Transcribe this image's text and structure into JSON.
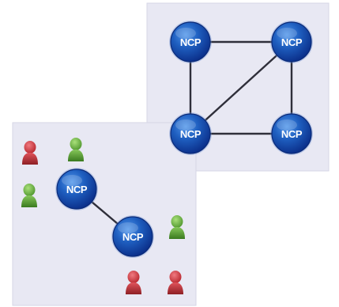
{
  "diagram": {
    "node_label": "NCP",
    "colors": {
      "panel_fill": "#e8e8f3",
      "panel_edge": "#cfcfe0",
      "link": "#2f2f3a",
      "node_dark": "#0b2f8a",
      "node_light": "#2b74d6",
      "node_rim": "#6d8fd0",
      "user_red": "#c8333a",
      "user_red_dark": "#8e1f24",
      "user_green": "#5fa83a",
      "user_green_dark": "#3a7a1f"
    },
    "groups": [
      {
        "name": "core-mesh",
        "nodes": [
          "ncp-a",
          "ncp-b",
          "ncp-c",
          "ncp-d"
        ],
        "links": [
          [
            "ncp-a",
            "ncp-b"
          ],
          [
            "ncp-a",
            "ncp-c"
          ],
          [
            "ncp-b",
            "ncp-d"
          ],
          [
            "ncp-c",
            "ncp-d"
          ],
          [
            "ncp-c",
            "ncp-b"
          ]
        ]
      },
      {
        "name": "edge-pair",
        "nodes": [
          "ncp-e",
          "ncp-f"
        ],
        "links": [
          [
            "ncp-e",
            "ncp-f"
          ]
        ],
        "users": [
          "red",
          "green",
          "green",
          "green",
          "red",
          "red"
        ]
      }
    ]
  }
}
